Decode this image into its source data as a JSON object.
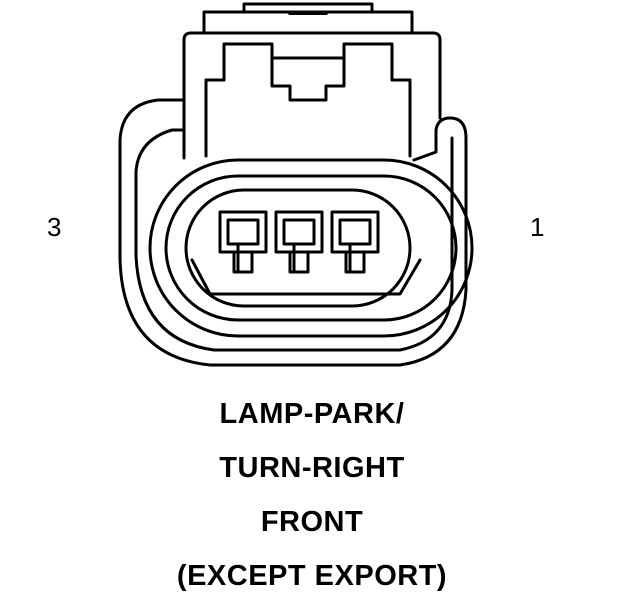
{
  "pins": {
    "left": "3",
    "right": "1"
  },
  "caption": {
    "line1": "LAMP-PARK/",
    "line2": "TURN-RIGHT",
    "line3": "FRONT",
    "line4": "(EXCEPT EXPORT)"
  },
  "colors": {
    "stroke": "#000000",
    "background": "#ffffff"
  }
}
